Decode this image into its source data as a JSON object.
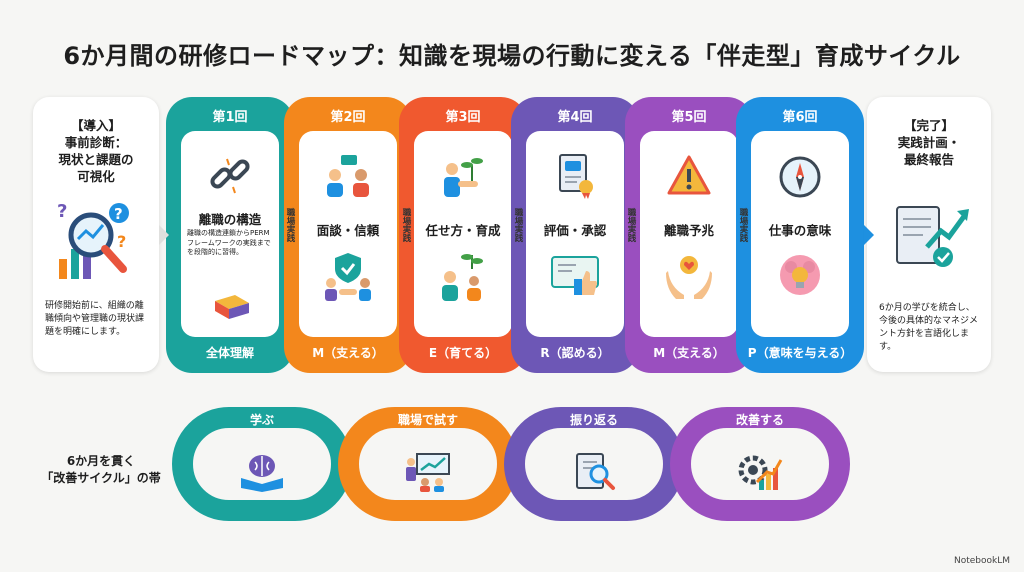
{
  "title": "6か月間の研修ロードマップ：知識を現場の行動に変える「伴走型」育成サイクル",
  "intro": {
    "title_line1": "【導入】",
    "title_line2": "事前診断：",
    "title_line3": "現状と課題の",
    "title_line4": "可視化",
    "description": "研修開始前に、組織の離職傾向や管理職の現状課題を明確にします。"
  },
  "completion": {
    "title_line1": "【完了】",
    "title_line2": "実践計画・",
    "title_line3": "最終報告",
    "description": "6か月の学びを統合し、今後の具体的なマネジメント方針を言語化します。"
  },
  "steps": [
    {
      "number": "第1回",
      "label": "離職の構造",
      "sub": "離職の構造連鎖からPERMフレームワークの実践までを段階的に習得。",
      "bottom": "全体理解",
      "color": "#1ba39c"
    },
    {
      "number": "第2回",
      "label": "面談・信頼",
      "bottom": "M（支える）",
      "color": "#f3871c"
    },
    {
      "number": "第3回",
      "label": "任せ方・育成",
      "bottom": "E（育てる）",
      "color": "#f0592f"
    },
    {
      "number": "第4回",
      "label": "評価・承認",
      "bottom": "R（認める）",
      "color": "#6d57b6"
    },
    {
      "number": "第5回",
      "label": "離職予兆",
      "bottom": "M（支える）",
      "color": "#9a4fbf"
    },
    {
      "number": "第6回",
      "label": "仕事の意味",
      "bottom": "P（意味を与える）",
      "color": "#1e90e0"
    }
  ],
  "connector_text": "職場実践",
  "cycle_caption_line1": "6か月を貫く",
  "cycle_caption_line2": "「改善サイクル」の帯",
  "cycle": [
    {
      "label": "学ぶ",
      "color": "#1ba39c",
      "icon": "brain-book-icon"
    },
    {
      "label": "職場で試す",
      "color": "#f3871c",
      "icon": "presentation-icon"
    },
    {
      "label": "振り返る",
      "color": "#6d57b6",
      "icon": "notebook-magnifier-icon"
    },
    {
      "label": "改善する",
      "color": "#9a4fbf",
      "icon": "gear-growth-icon"
    }
  ],
  "brand": "NotebookLM"
}
